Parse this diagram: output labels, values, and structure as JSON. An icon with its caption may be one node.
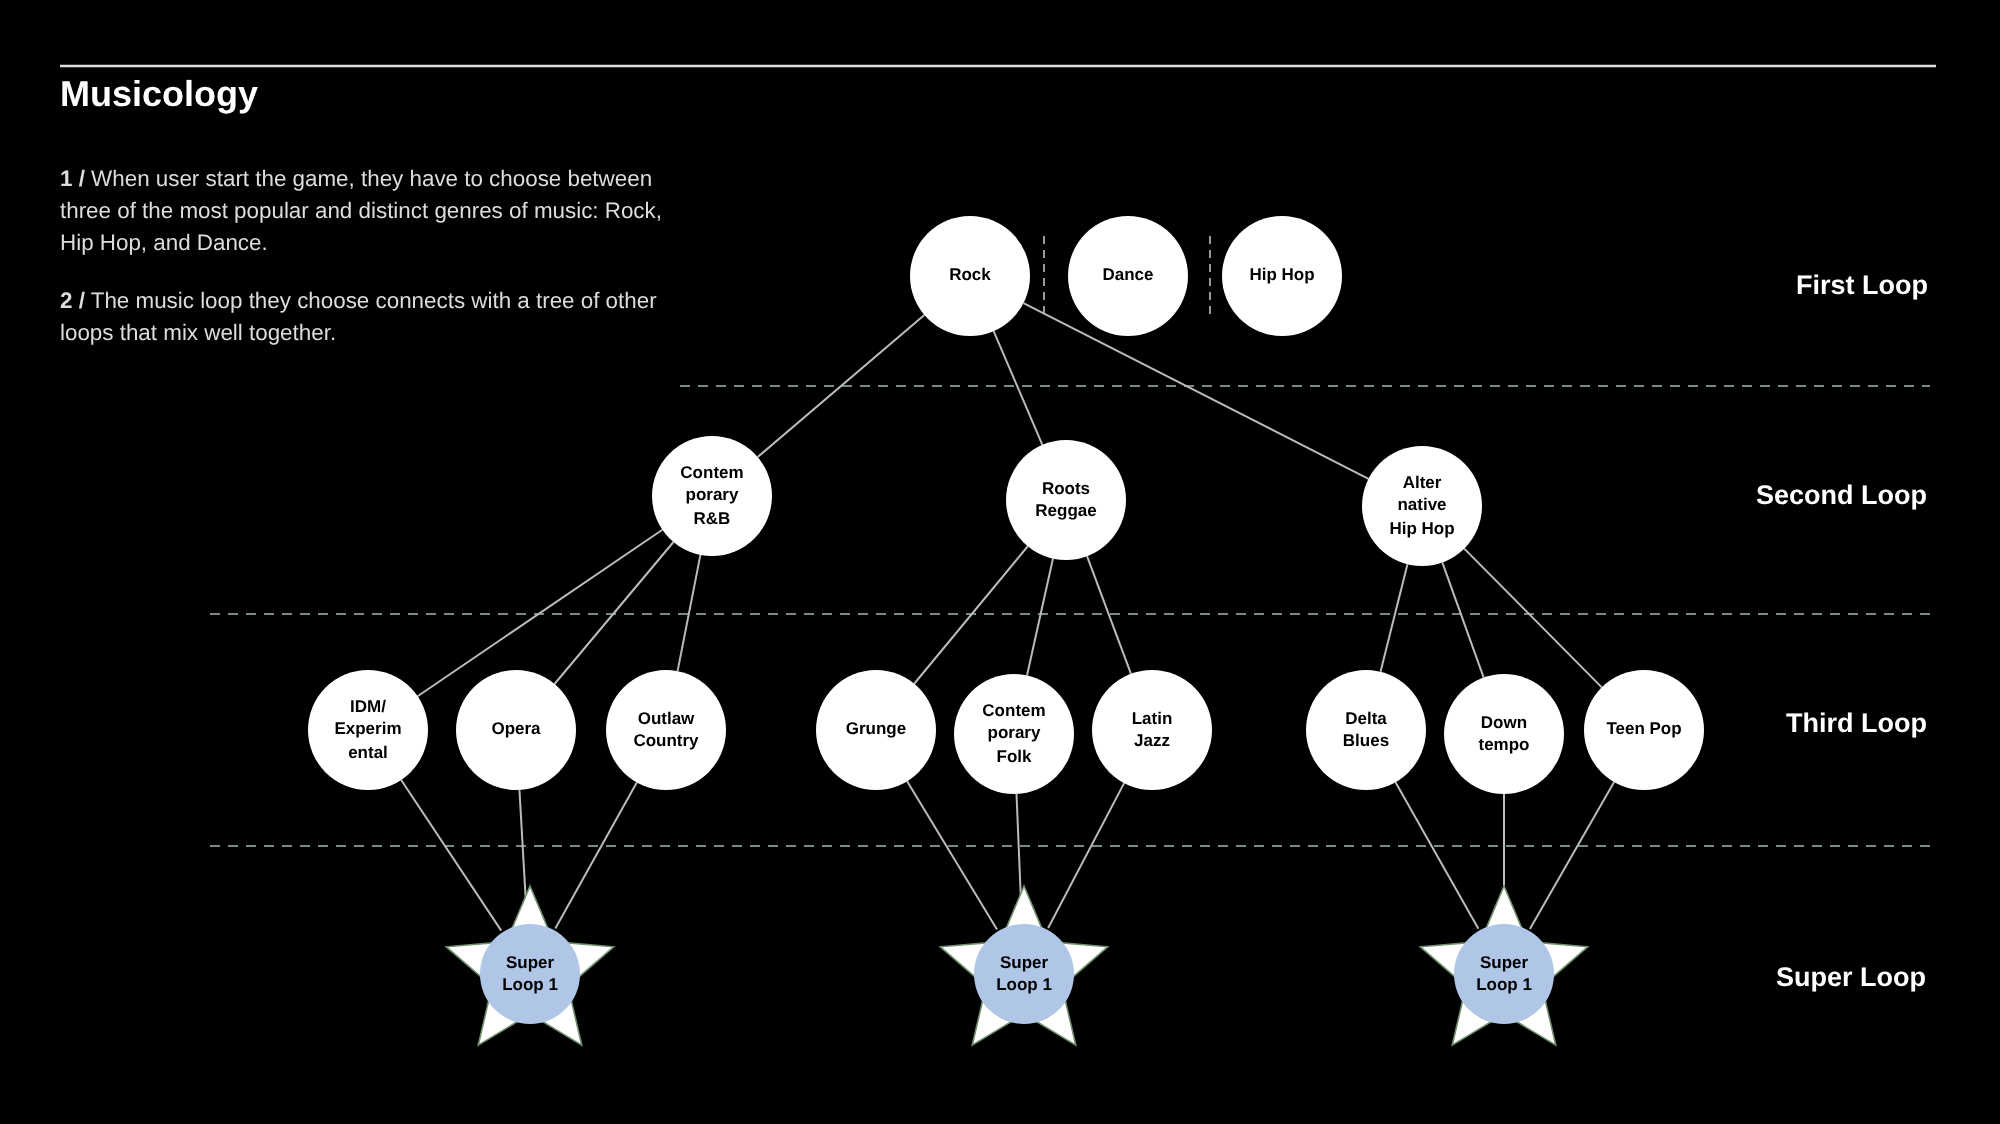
{
  "diagram": {
    "title": "Musicology",
    "nodes": [
      {
        "text": [
          "Rock"
        ]
      },
      {
        "text": [
          "Dance"
        ]
      },
      {
        "text": [
          "Hip Hop"
        ]
      },
      {
        "text": [
          "Contem porary R&B"
        ]
      },
      {
        "text": [
          "Roots Reggae"
        ]
      },
      {
        "text": [
          "Alter native Hip Hop"
        ]
      },
      {
        "text": [
          "IDM/ Experim ental"
        ]
      },
      {
        "text": [
          "Opera"
        ]
      },
      {
        "text": [
          "Outlaw Country"
        ]
      },
      {
        "text": [
          "Grunge"
        ]
      },
      {
        "text": [
          "Contem porary Folk"
        ]
      },
      {
        "text": [
          "Latin Jazz"
        ]
      },
      {
        "text": [
          "Delta Blues"
        ]
      },
      {
        "text": [
          "Down tempo"
        ]
      },
      {
        "text": [
          "Teen Pop"
        ]
      },
      {
        "text": [
          "Super Loop 1"
        ]
      },
      {
        "text": [
          "Super Loop 1"
        ]
      },
      {
        "text": [
          "Super Loop 1"
        ]
      }
    ],
    "edges": [
      {
        "from": 0,
        "to": 3,
        "arrow": "none"
      },
      {
        "from": 0,
        "to": 4,
        "arrow": "none"
      },
      {
        "from": 0,
        "to": 5,
        "arrow": "none"
      },
      {
        "from": 3,
        "to": 6,
        "arrow": "none"
      },
      {
        "from": 3,
        "to": 7,
        "arrow": "none"
      },
      {
        "from": 3,
        "to": 8,
        "arrow": "none"
      },
      {
        "from": 4,
        "to": 9,
        "arrow": "none"
      },
      {
        "from": 4,
        "to": 10,
        "arrow": "none"
      },
      {
        "from": 4,
        "to": 11,
        "arrow": "none"
      },
      {
        "from": 5,
        "to": 12,
        "arrow": "none"
      },
      {
        "from": 5,
        "to": 13,
        "arrow": "none"
      },
      {
        "from": 5,
        "to": 14,
        "arrow": "none"
      },
      {
        "from": 6,
        "to": 15,
        "arrow": "none"
      },
      {
        "from": 7,
        "to": 15,
        "arrow": "none"
      },
      {
        "from": 8,
        "to": 15,
        "arrow": "none"
      },
      {
        "from": 9,
        "to": 16,
        "arrow": "none"
      },
      {
        "from": 10,
        "to": 16,
        "arrow": "none"
      },
      {
        "from": 11,
        "to": 16,
        "arrow": "none"
      },
      {
        "from": 12,
        "to": 17,
        "arrow": "none"
      },
      {
        "from": 13,
        "to": 17,
        "arrow": "none"
      },
      {
        "from": 14,
        "to": 17,
        "arrow": "none"
      }
    ],
    "labels": [
      "**1 /** When user start the game, they have to choose between three of the most popular and distinct genres of music: Rock, Hip Hop, and Dance.",
      "**2 /** The music loop they choose connects with a tree of other loops that mix well together.",
      "First Loop",
      "Second Loop",
      "Third Loop",
      "Super Loop"
    ]
  }
}
